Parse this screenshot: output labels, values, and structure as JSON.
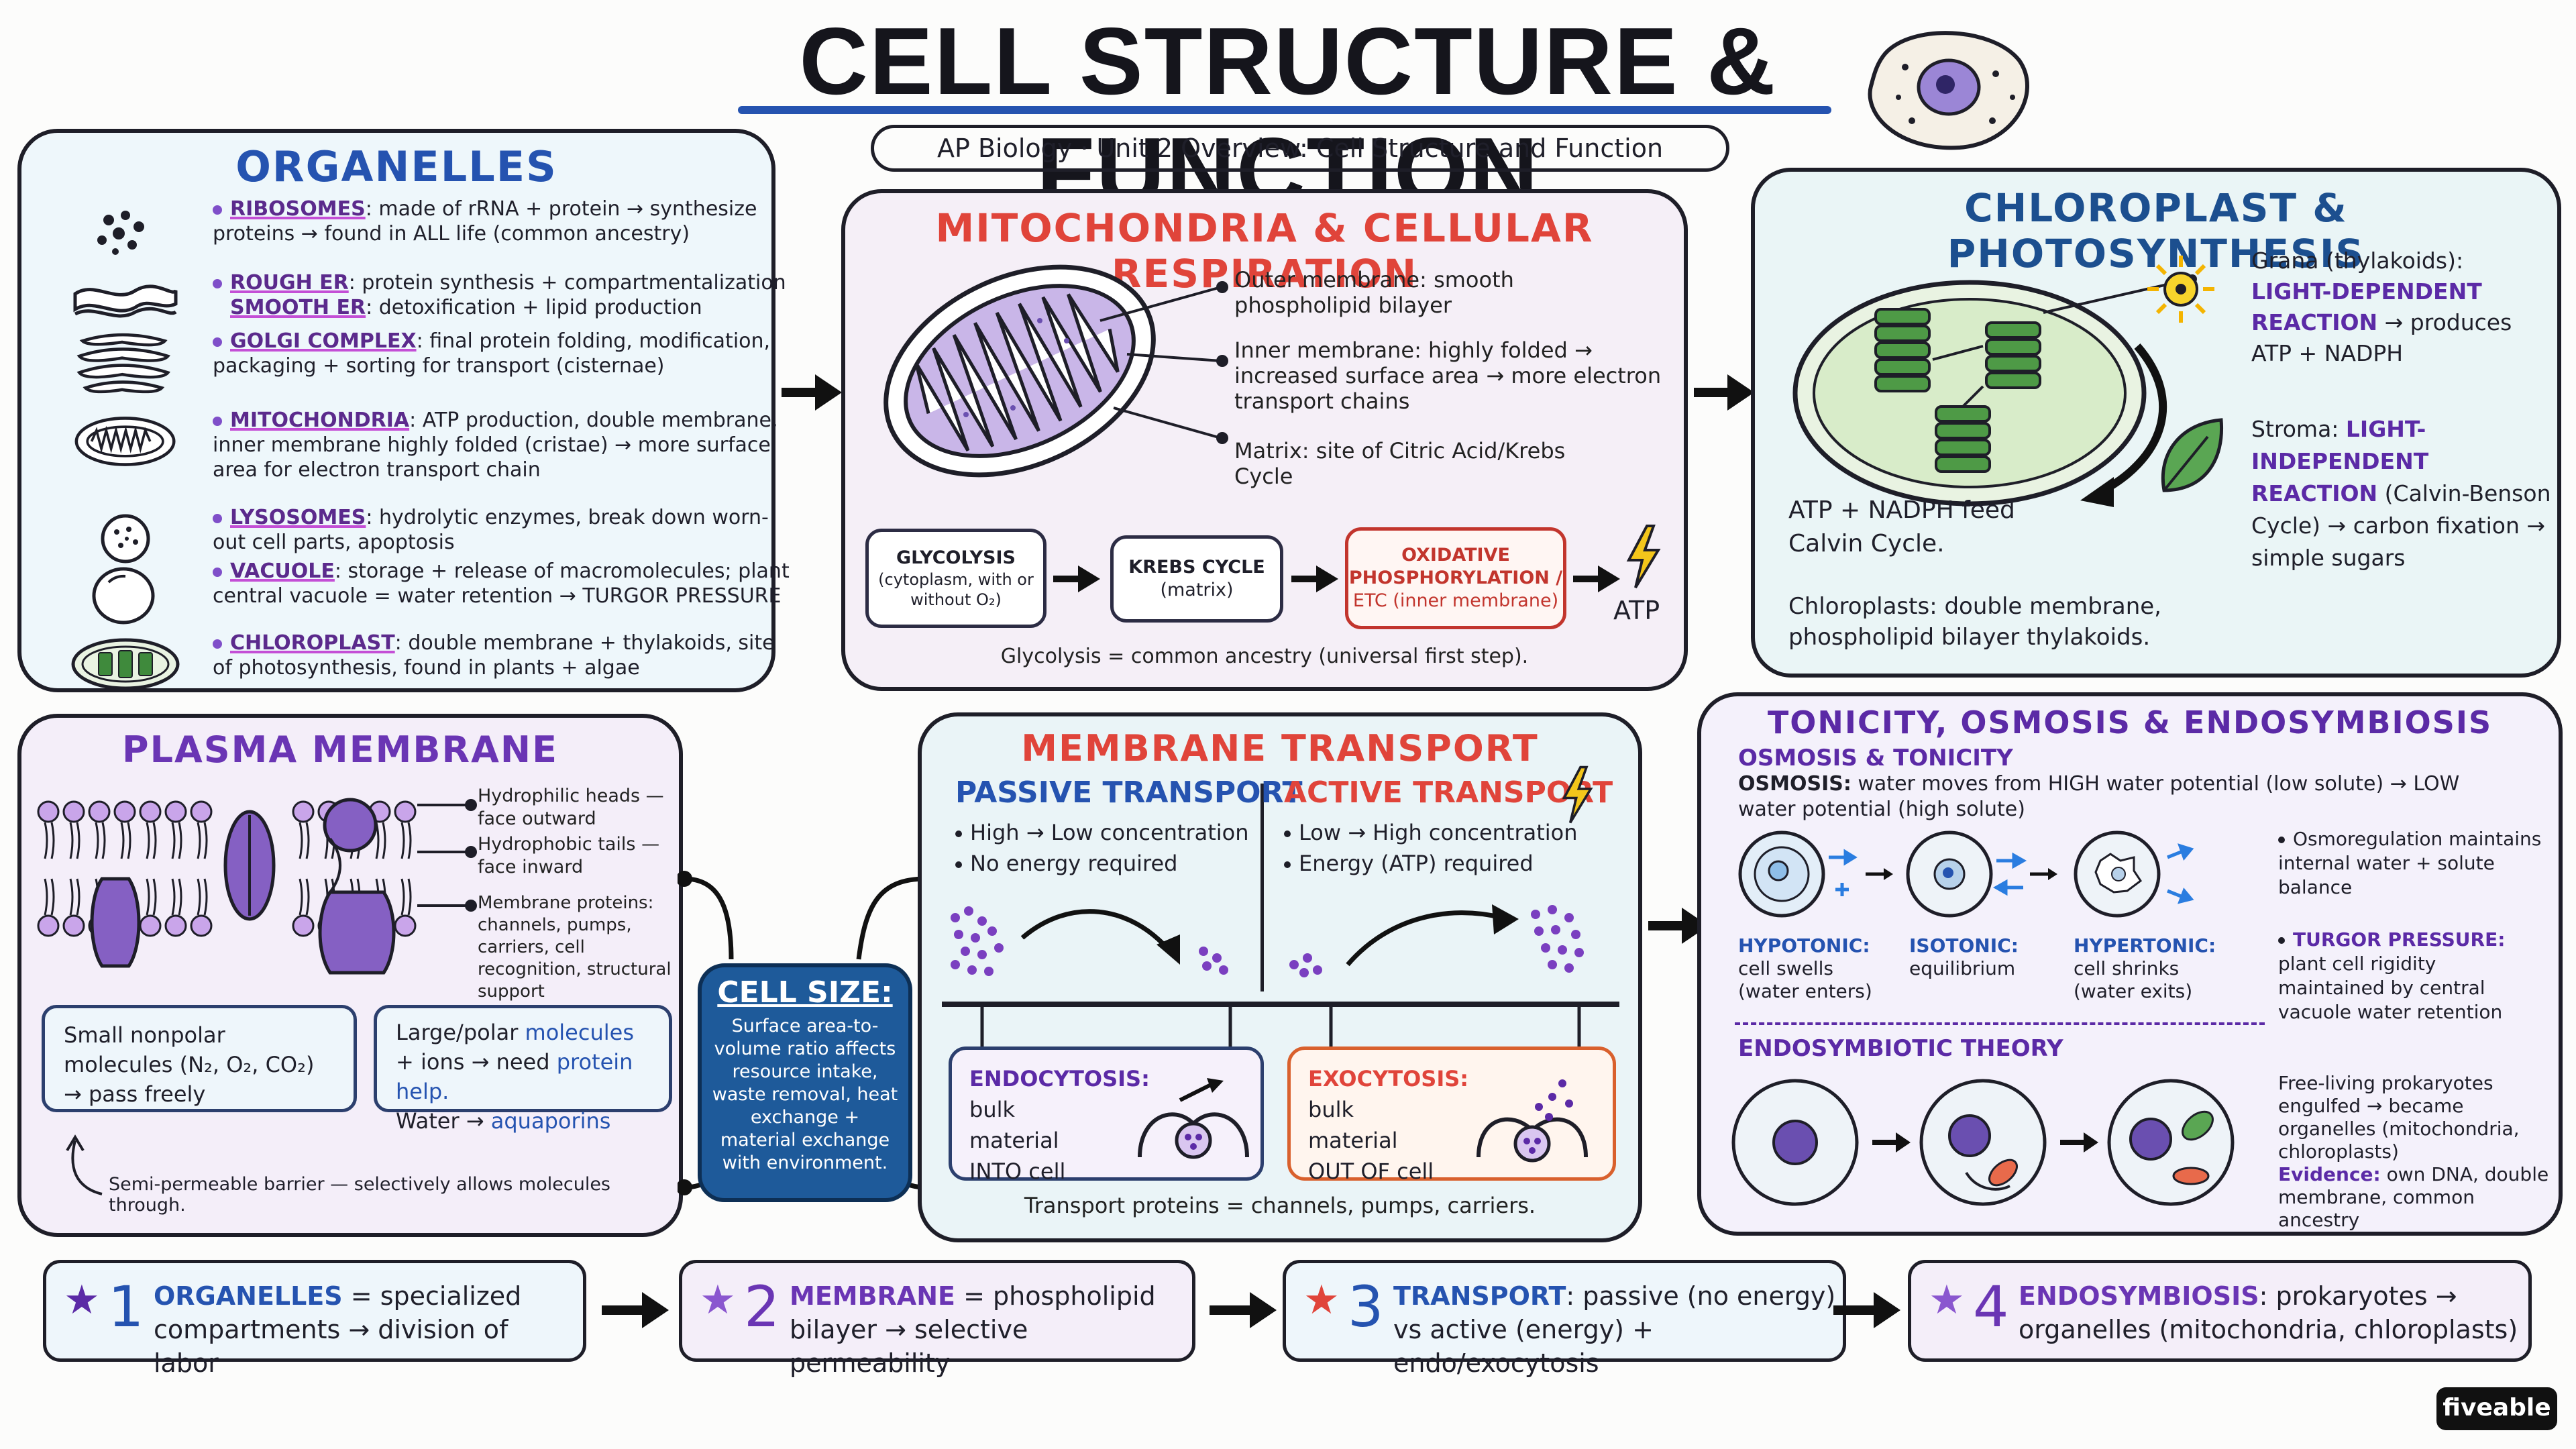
{
  "header": {
    "title": "CELL STRUCTURE & FUNCTION",
    "subtitle": "AP Biology · Unit 2 Overview: Cell Structure and Function"
  },
  "organelles": {
    "title": "ORGANELLES",
    "items": [
      {
        "name": "RIBOSOMES",
        "text": ": made of rRNA + protein → synthesize proteins → found in ALL life (common ancestry)"
      },
      {
        "name": "ROUGH ER",
        "text": ": protein synthesis + compartmentalization",
        "name2": "SMOOTH ER",
        "text2": ": detoxification + lipid production"
      },
      {
        "name": "GOLGI COMPLEX",
        "text": ": final protein folding, modification, packaging + sorting for transport (cisternae)"
      },
      {
        "name": "MITOCHONDRIA",
        "text": ": ATP production, double membrane, inner membrane highly folded (cristae) → more surface area for electron transport chain"
      },
      {
        "name": "LYSOSOMES",
        "text": ": hydrolytic enzymes, break down worn-out cell parts, apoptosis"
      },
      {
        "name": "VACUOLE",
        "text": ": storage + release of macromolecules; plant central vacuole = water retention → TURGOR PRESSURE"
      },
      {
        "name": "CHLOROPLAST",
        "text": ": double membrane + thylakoids, site of photosynthesis, found in plants + algae"
      }
    ]
  },
  "mitochondria": {
    "title": "MITOCHONDRIA & CELLULAR RESPIRATION",
    "labels": [
      "Outer membrane: smooth phospholipid bilayer",
      "Inner membrane: highly folded → increased surface area → more electron transport chains",
      "Matrix: site of Citric Acid/Krebs Cycle"
    ],
    "steps": [
      {
        "title": "GLYCOLYSIS",
        "sub": "(cytoplasm, with or without O₂)"
      },
      {
        "title": "KREBS CYCLE",
        "sub": "(matrix)"
      },
      {
        "title": "OXIDATIVE PHOSPHORYLATION /",
        "sub": "ETC (inner membrane)"
      }
    ],
    "atp": "ATP",
    "footer": "Glycolysis = common ancestry (universal first step)."
  },
  "chloroplast": {
    "title": "CHLOROPLAST & PHOTOSYNTHESIS",
    "grana_label": "Grana (thylakoids):",
    "light_dep": "LIGHT-DEPENDENT REACTION",
    "light_dep_rest": "→ produces ATP + NADPH",
    "stroma_label": "Stroma:",
    "light_indep": "LIGHT-INDEPENDENT REACTION",
    "light_indep_rest": "(Calvin-Benson Cycle) → carbon fixation → simple sugars",
    "feed": "ATP + NADPH feed Calvin Cycle.",
    "footer": "Chloroplasts: double membrane, phospholipid bilayer thylakoids."
  },
  "plasma": {
    "title": "PLASMA MEMBRANE",
    "labels": [
      "Hydrophilic heads — face outward",
      "Hydrophobic tails — face inward",
      "Membrane proteins: channels, pumps, carriers, cell recognition, structural support"
    ],
    "box1": "Small nonpolar molecules (N₂, O₂, CO₂) → pass freely",
    "box2_pre": "Large/polar ",
    "box2_mol": "molecules",
    "box2_mid": " + ions → need ",
    "box2_prot": "protein help.",
    "box2_water": "Water → ",
    "box2_aqua": "aquaporins",
    "footer": "Semi-permeable barrier — selectively allows molecules through."
  },
  "cellsize": {
    "title": "CELL SIZE:",
    "text": "Surface area-to-volume ratio affects resource intake, waste removal, heat exchange + material exchange with environment."
  },
  "transport": {
    "title": "MEMBRANE TRANSPORT",
    "passive_title": "PASSIVE TRANSPORT",
    "passive_items": [
      "High → Low concentration",
      "No energy required"
    ],
    "active_title": "ACTIVE TRANSPORT",
    "active_items": [
      "Low → High concentration",
      "Energy (ATP) required"
    ],
    "endo_title": "ENDOCYTOSIS:",
    "endo_text": "bulk material INTO cell",
    "exo_title": "EXOCYTOSIS:",
    "exo_text": "bulk material OUT OF cell",
    "footer": "Transport proteins = channels, pumps, carriers."
  },
  "tonicity": {
    "title": "TONICITY, OSMOSIS & ENDOSYMBIOSIS",
    "osm_title": "OSMOSIS & TONICITY",
    "osm_label": "OSMOSIS:",
    "osm_text": "water moves from HIGH water potential (low solute) → LOW water potential (high solute)",
    "cells": [
      {
        "name": "HYPOTONIC:",
        "desc": "cell swells (water enters)"
      },
      {
        "name": "ISOTONIC:",
        "desc": "equilibrium"
      },
      {
        "name": "HYPERTONIC:",
        "desc": "cell shrinks (water exits)"
      }
    ],
    "osmoreg": "Osmoregulation maintains internal water + solute balance",
    "turgor_title": "TURGOR PRESSURE:",
    "turgor_text": "plant cell rigidity maintained by central vacuole water retention",
    "endo_title": "ENDOSYMBIOTIC THEORY",
    "endo_text": "Free-living prokaryotes engulfed → became organelles (mitochondria, chloroplasts)",
    "evidence_label": "Evidence:",
    "evidence_text": "own DNA, double membrane, common ancestry"
  },
  "summary": [
    {
      "num": "1",
      "key": "ORGANELLES",
      "rest": "= specialized compartments → division of labor"
    },
    {
      "num": "2",
      "key": "MEMBRANE",
      "rest": "= phospholipid bilayer → selective permeability"
    },
    {
      "num": "3",
      "key": "TRANSPORT",
      "rest": ": passive (no energy) vs active (energy) + endo/exocytosis"
    },
    {
      "num": "4",
      "key": "ENDOSYMBIOSIS",
      "rest": ": prokaryotes → organelles (mitochondria, chloroplasts)"
    }
  ],
  "brand": "fiveable",
  "colors": {
    "blue": "#2553b0",
    "purple": "#5b2aa6",
    "red": "#e0443a",
    "navy": "#1c4f8f"
  }
}
